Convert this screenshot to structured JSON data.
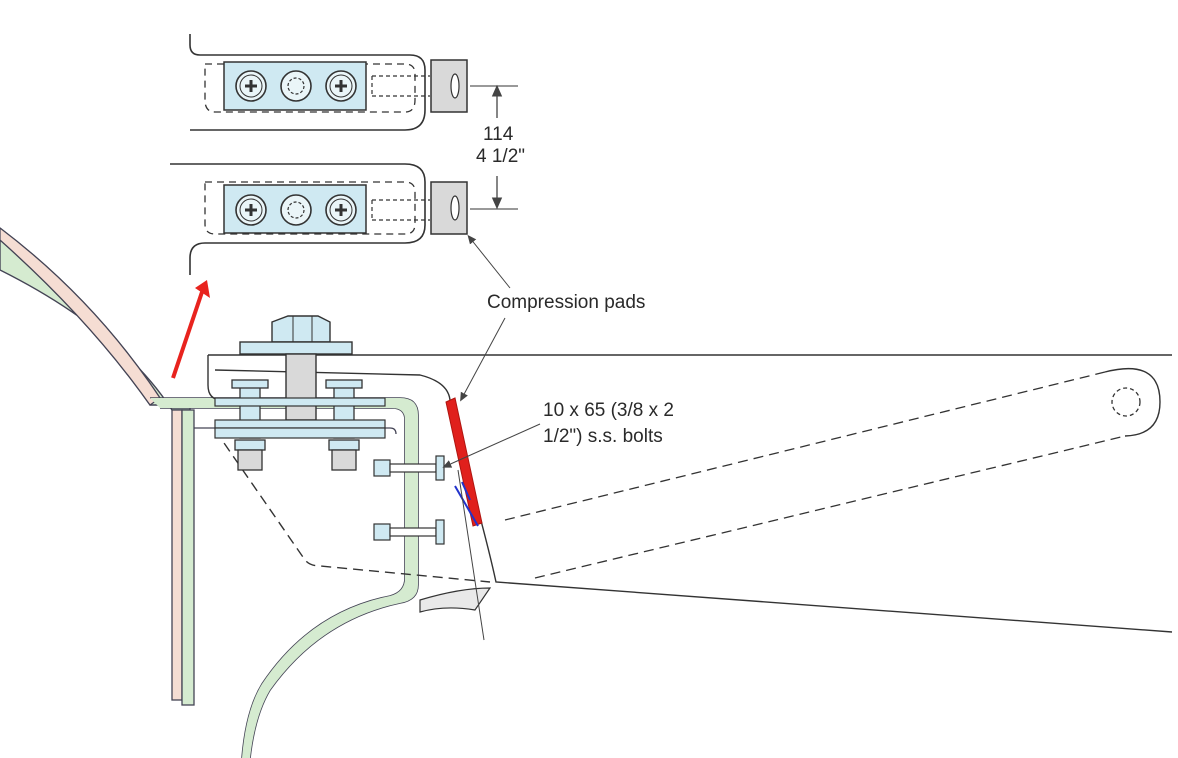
{
  "labels": {
    "dimension_mm": "114",
    "dimension_in": "4 1/2\"",
    "compression_pads": "Compression pads",
    "bolts_line1": "10 x 65 (3/8 x 2",
    "bolts_line2": "1/2\") s.s. bolts"
  },
  "colors": {
    "plate_fill": "#cfe9f2",
    "hull_green": "#d5ebd0",
    "hull_pink": "#f5ddd3",
    "pad_grey": "#d9d9d9",
    "pad_red": "#e0201c",
    "arrow_red": "#e8231e",
    "shim_blue": "#2233cc",
    "line": "#333333"
  },
  "icons": [
    "screw-head-icon",
    "hex-bolt-icon",
    "arrow-icon"
  ]
}
